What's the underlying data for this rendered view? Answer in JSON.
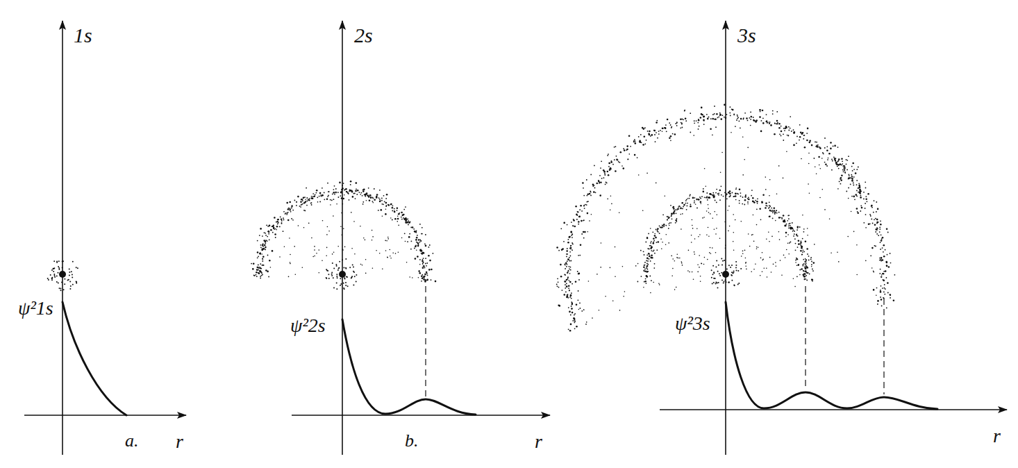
{
  "diagram": {
    "labels": [
      "1s",
      "ψ²1s",
      "r",
      "a.",
      "2s",
      "ψ²2s",
      "r",
      "b.",
      "3s",
      "ψ²3s",
      "r"
    ]
  }
}
